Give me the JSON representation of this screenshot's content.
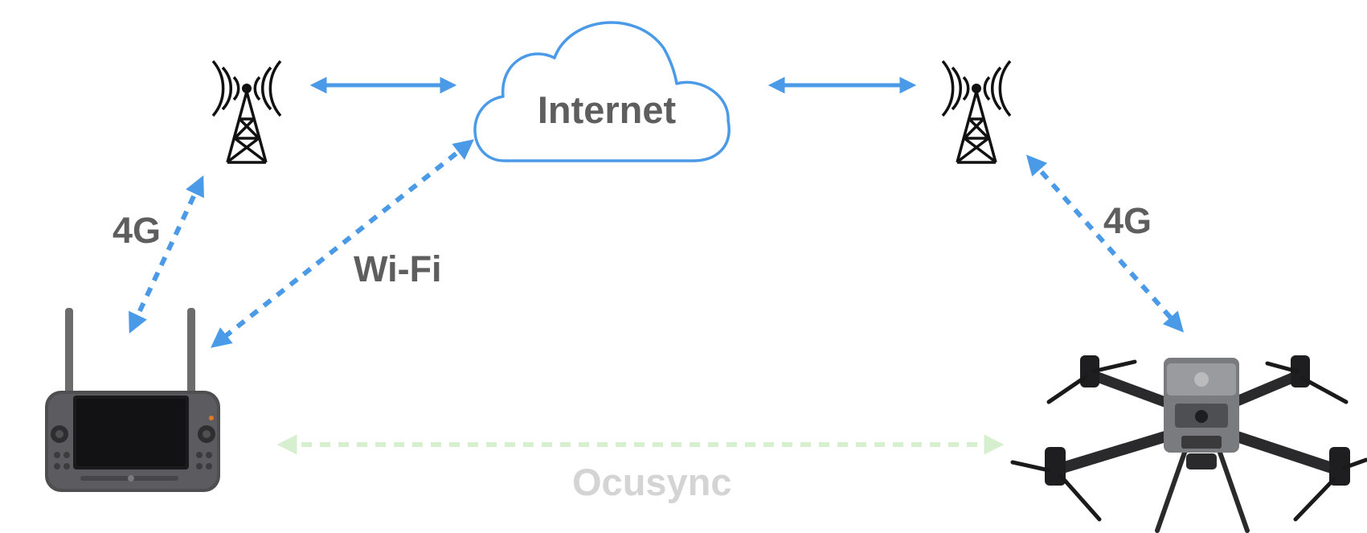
{
  "colors": {
    "arrow_blue": "#4a9ae8",
    "ocusync_green": "#d6efcf",
    "label_gray": "#5e5e5e",
    "ocusync_label_gray": "#d4d4d4",
    "cloud_stroke": "#4a9ae8",
    "tower_black": "#111111"
  },
  "nodes": {
    "cloud": {
      "label": "Internet",
      "icon": "cloud-icon"
    },
    "tower_left": {
      "icon": "cell-tower-icon"
    },
    "tower_right": {
      "icon": "cell-tower-icon"
    },
    "controller": {
      "icon": "remote-controller-icon"
    },
    "drone": {
      "icon": "drone-icon"
    }
  },
  "links": {
    "left_4g": {
      "label": "4G",
      "style": "dashed"
    },
    "wifi": {
      "label": "Wi-Fi",
      "style": "dashed"
    },
    "right_4g": {
      "label": "4G",
      "style": "dashed"
    },
    "ocusync": {
      "label": "Ocusync",
      "style": "dashed"
    },
    "tower_left_internet": {
      "style": "solid"
    },
    "internet_tower_right": {
      "style": "solid"
    }
  }
}
